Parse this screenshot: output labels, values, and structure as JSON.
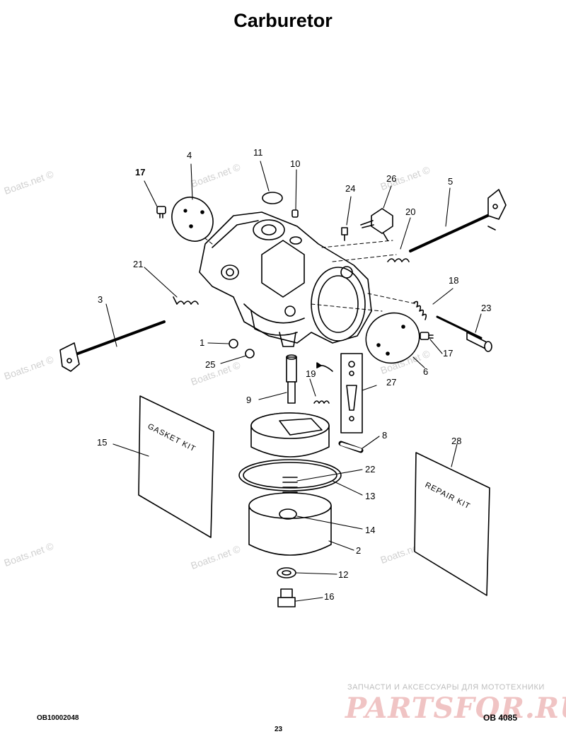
{
  "title": "Carburetor",
  "watermark": "Boats.net ©",
  "parts": {
    "p1": "1",
    "p2": "2",
    "p3": "3",
    "p4": "4",
    "p5": "5",
    "p6": "6",
    "p8": "8",
    "p9": "9",
    "p10": "10",
    "p11": "11",
    "p12": "12",
    "p13": "13",
    "p14": "14",
    "p15": "15",
    "p16": "16",
    "p17a": "17",
    "p17b": "17",
    "p18": "18",
    "p19": "19",
    "p20": "20",
    "p21": "21",
    "p22": "22",
    "p23": "23",
    "p24": "24",
    "p25": "25",
    "p26": "26",
    "p27": "27",
    "p28": "28"
  },
  "gasket_kit_label": "GASKET KIT",
  "repair_kit_label": "REPAIR KIT",
  "footer": {
    "left_code": "OB10002048",
    "page_number": "23",
    "right_code": "OB 4085"
  },
  "store": {
    "tagline": "ЗАПЧАСТИ И АКСЕССУАРЫ ДЛЯ МОТОТЕХНИКИ",
    "logo": "PARTSFOR.RU"
  }
}
